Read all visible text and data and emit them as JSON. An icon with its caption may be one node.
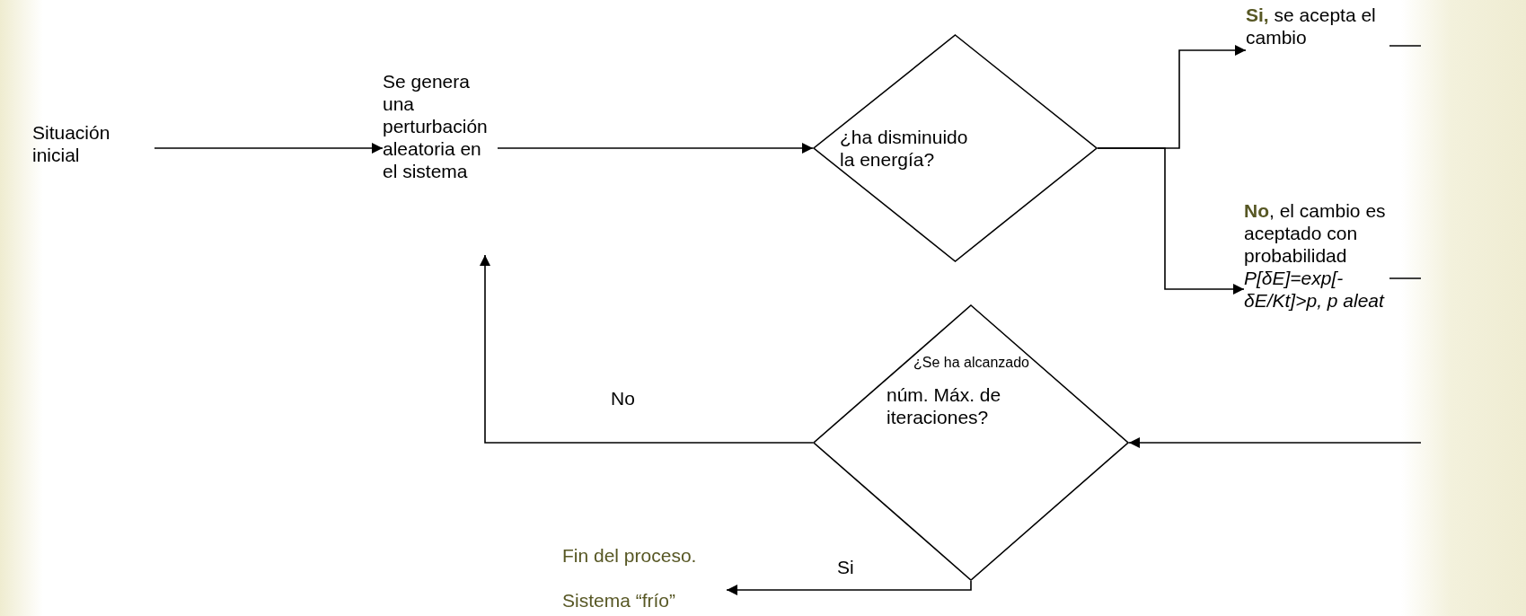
{
  "diagram": {
    "nodes": [
      {
        "text": [
          "Situación inicial"
        ]
      },
      {
        "text": [
          "Se genera una perturbación aleatoria en el sistema"
        ]
      },
      {
        "text": [
          "¿ha disminuido la energía?"
        ]
      },
      {
        "text": [
          "**Si,** se acepta el cambio"
        ]
      },
      {
        "text": [
          "**No**, el cambio es aceptado con probabilidad *P[δE]=exp[-δE/Kt]>p, p aleat*"
        ]
      },
      {
        "text": [
          "¿Se ha alcanzado",
          "núm. Máx. de iteraciones?"
        ]
      },
      {
        "text": [
          "Fin del proceso.",
          "Sistema “frío”"
        ]
      }
    ],
    "edges": [
      {
        "from": 0,
        "to": 1,
        "arrow": "to"
      },
      {
        "from": 1,
        "to": 2,
        "arrow": "to"
      },
      {
        "from": 2,
        "to": 3,
        "arrow": "to"
      },
      {
        "from": 2,
        "to": 4,
        "arrow": "to"
      },
      {
        "from": 3,
        "to": null,
        "arrow": "none"
      },
      {
        "from": 4,
        "to": null,
        "arrow": "none"
      },
      {
        "from": null,
        "to": 5,
        "arrow": "to"
      },
      {
        "from": 5,
        "to": 1,
        "label": "No",
        "arrow": "to"
      },
      {
        "from": 5,
        "to": 6,
        "label": "Si",
        "arrow": "to"
      }
    ]
  }
}
